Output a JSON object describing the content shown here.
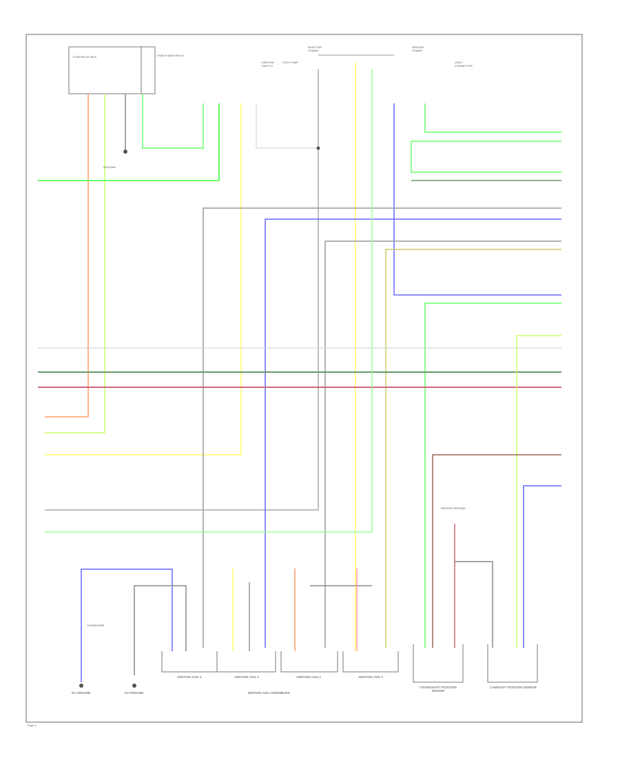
{
  "title": "Engine Wiring Diagram",
  "page_label": "Page 2",
  "top_components": {
    "fuse_box": "FUSE/RELAY BOX",
    "ground": "GROUND",
    "pgm_fi_main_relay": "PGM-FI MAIN RELAY",
    "ignition_switch": "IGNITION SWITCH",
    "fuel_pump": "FUEL PUMP",
    "injector_power": "INJECTOR POWER",
    "joint_connector": "JOINT CONNECTOR",
    "sensor_power": "SENSOR POWER"
  },
  "bottom_components": {
    "coil1": "IGNITION COIL 1",
    "coil2": "IGNITION COIL 2",
    "coil3": "IGNITION COIL 3",
    "coil4": "IGNITION COIL 4",
    "coil_group": "IGNITION COIL ASSEMBLIES",
    "ckp": "CRANKSHAFT POSITION SENSOR",
    "cmp": "CAMSHAFT POSITION SENSOR",
    "ground_left": "G1 GROUND",
    "ground_right": "G2 GROUND",
    "condenser": "CONDENSER",
    "sensor_ground": "SENSOR GROUND"
  },
  "wire_colors": {
    "orange": "#ff9966",
    "light_green": "#ccff66",
    "green": "#66ff66",
    "yellow": "#ffff66",
    "blue": "#6666ff",
    "gray": "#999999",
    "dark_green": "#669966",
    "red": "#cc6677",
    "olive": "#cccc66",
    "brown": "#996655"
  }
}
